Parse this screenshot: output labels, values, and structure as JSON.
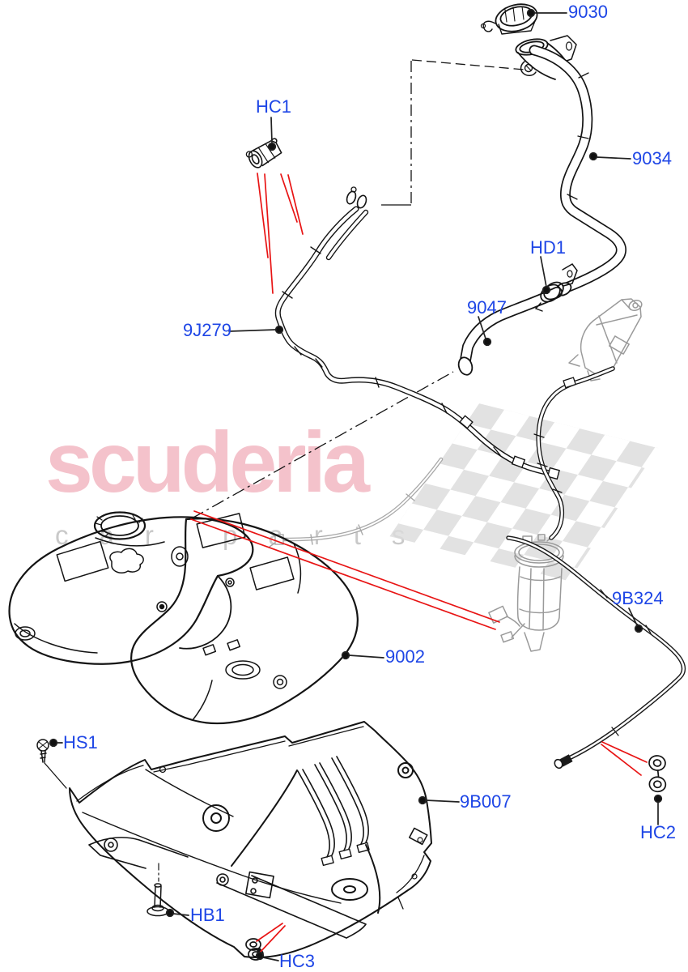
{
  "watermark": {
    "brand": "scuderia",
    "subtitle": "car parts"
  },
  "labels": [
    {
      "id": "part-9030",
      "text": "9030"
    },
    {
      "id": "part-9034",
      "text": "9034"
    },
    {
      "id": "ref-hc1",
      "text": "HC1"
    },
    {
      "id": "ref-hd1",
      "text": "HD1"
    },
    {
      "id": "part-9047",
      "text": "9047"
    },
    {
      "id": "part-9j279",
      "text": "9J279"
    },
    {
      "id": "part-9b324",
      "text": "9B324"
    },
    {
      "id": "part-9002",
      "text": "9002"
    },
    {
      "id": "ref-hs1",
      "text": "HS1"
    },
    {
      "id": "part-9b007",
      "text": "9B007"
    },
    {
      "id": "ref-hb1",
      "text": "HB1"
    },
    {
      "id": "ref-hc3",
      "text": "HC3"
    },
    {
      "id": "ref-hc2",
      "text": "HC2"
    }
  ],
  "colors": {
    "label_blue": "#1e46e6",
    "line_dark": "#141414",
    "part_gray": "#9a9a9a",
    "highlight_red": "#e81414",
    "watermark_pink": "#f4c2cb",
    "watermark_gray": "#c9c9c9",
    "checker_gray": "#dcdcdc"
  }
}
